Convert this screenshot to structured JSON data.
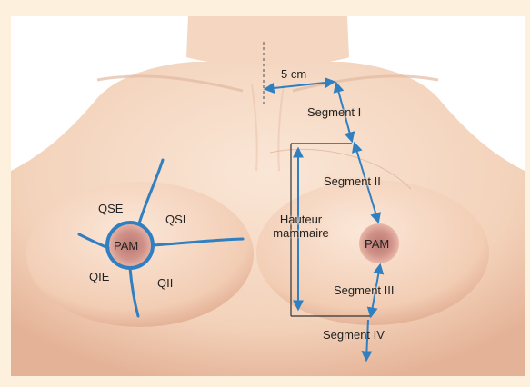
{
  "labels": {
    "distance": "5 cm",
    "segment1": "Segment I",
    "segment2": "Segment II",
    "segment3": "Segment III",
    "segment4": "Segment IV",
    "height_line1": "Hauteur",
    "height_line2": "mammaire",
    "pam_left": "PAM",
    "pam_right": "PAM",
    "qse": "QSE",
    "qsi": "QSI",
    "qie": "QIE",
    "qii": "QII"
  },
  "colors": {
    "background": "#fdf1dd",
    "skin": "#f6d9c3",
    "skin_shadow": "#e8b89c",
    "areola": "#c98a80",
    "guide_lines": "#2f7fc1",
    "text": "#222222"
  }
}
